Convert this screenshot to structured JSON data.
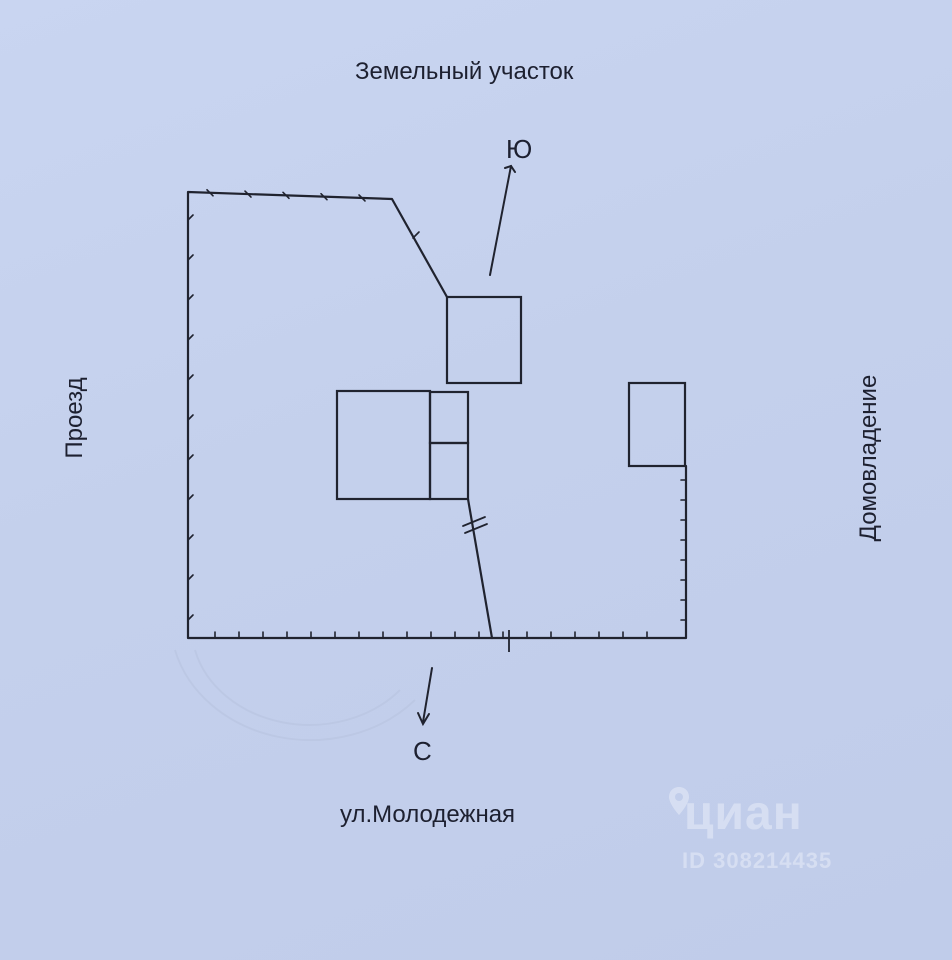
{
  "labels": {
    "top": "Земельный участок",
    "bottom": "ул.Молодежная",
    "left": "Проезд",
    "right": "Домовладение",
    "south": "Ю",
    "north": "С"
  },
  "watermark": {
    "brand": "циан",
    "id": "ID 308214435",
    "icon": "map-pin-icon"
  },
  "colors": {
    "paper": "#c8d4ef",
    "ink": "#1e2130",
    "watermark": "#ffffff"
  }
}
